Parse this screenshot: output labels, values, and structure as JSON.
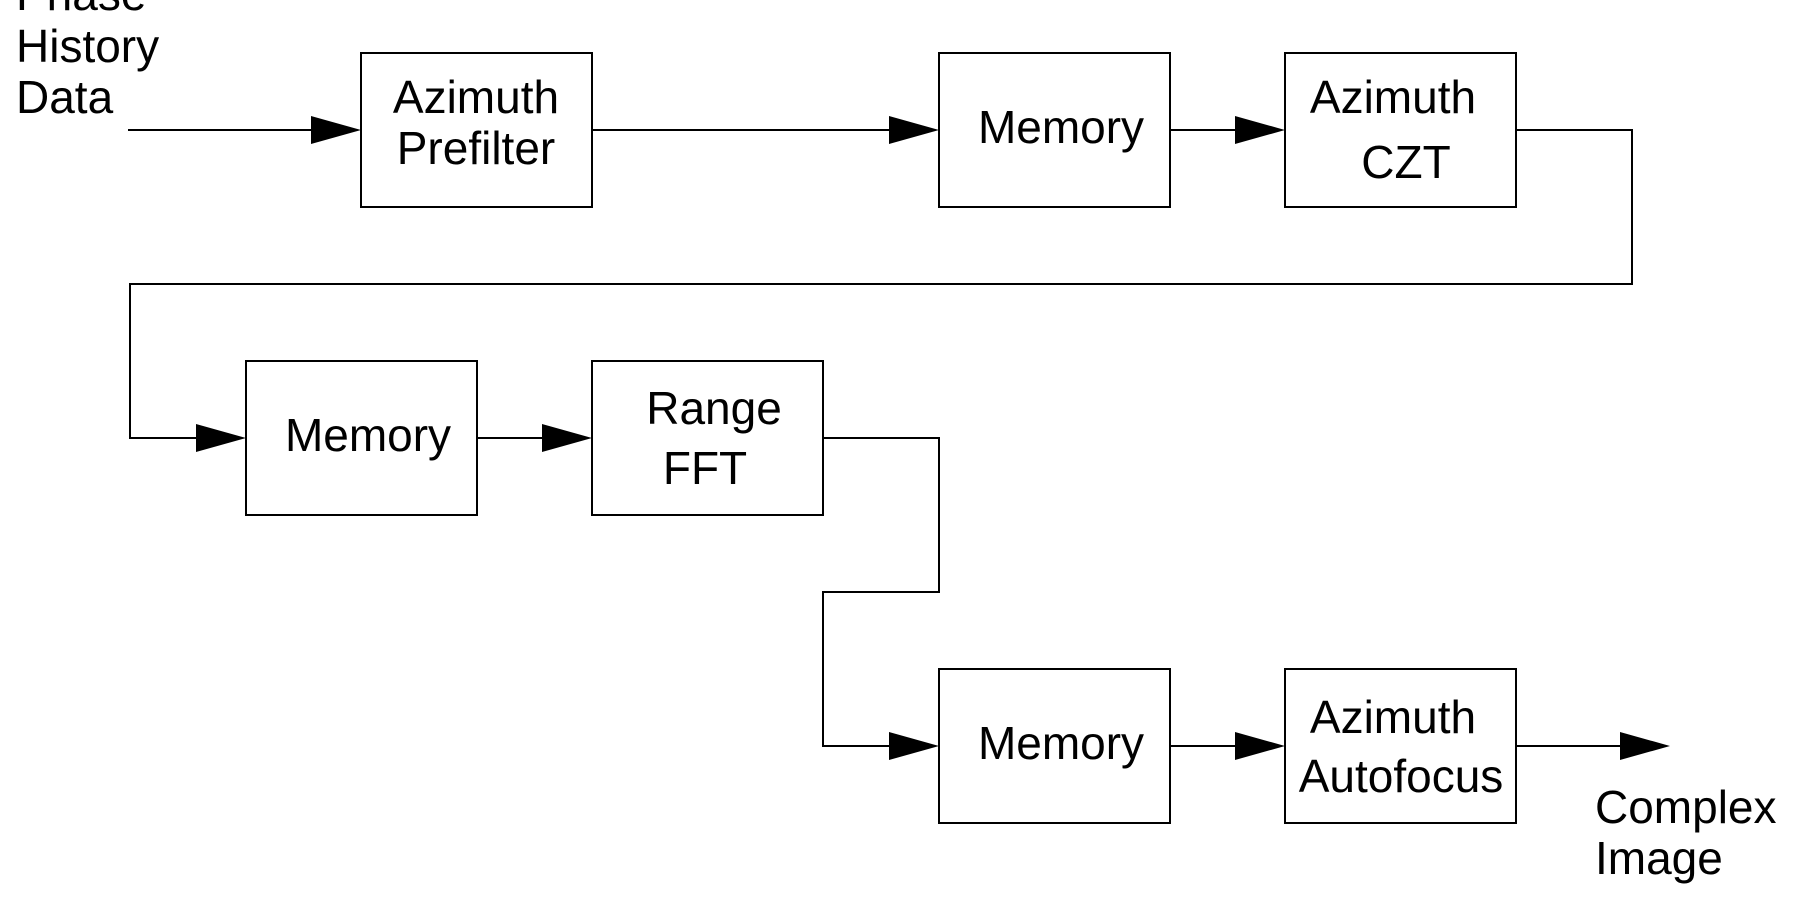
{
  "diagram": {
    "input_label": [
      "Phase",
      "History",
      "Data"
    ],
    "output_label": [
      "Complex",
      "Image"
    ],
    "blocks": {
      "azimuth_prefilter": [
        "Azimuth",
        "Prefilter"
      ],
      "memory_1": [
        "Memory"
      ],
      "azimuth_czt": [
        "Azimuth",
        "CZT"
      ],
      "memory_2": [
        "Memory"
      ],
      "range_fft": [
        "Range",
        "FFT"
      ],
      "memory_3": [
        "Memory"
      ],
      "azimuth_autofocus": [
        "Azimuth",
        "Autofocus"
      ]
    },
    "colors": {
      "stroke": "#000000",
      "background": "#ffffff"
    }
  }
}
